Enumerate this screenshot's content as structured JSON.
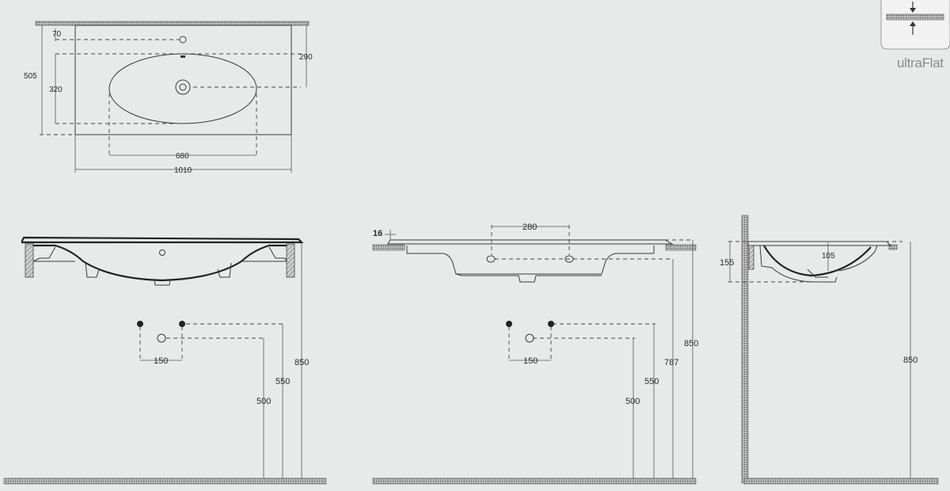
{
  "badge": {
    "label": "ultraFlat",
    "icon": "ultraflat-thickness-icon"
  },
  "top_view": {
    "overall_width": "1010",
    "overall_depth": "505",
    "bowl_width": "680",
    "tap_offset": "70",
    "drain_to_edge": "290",
    "bowl_depth": "320"
  },
  "front_view": {
    "height_total": "850",
    "height_inlet": "550",
    "height_outlet": "500",
    "inlet_spacing": "150"
  },
  "side_view": {
    "thickness": "16",
    "hole_spacing": "280",
    "height_total": "850",
    "height_underside": "787",
    "height_inlet": "550",
    "height_outlet": "500",
    "inlet_spacing": "150"
  },
  "section_view": {
    "bowl_height": "155",
    "bowl_depth": "105",
    "height_total": "850"
  }
}
